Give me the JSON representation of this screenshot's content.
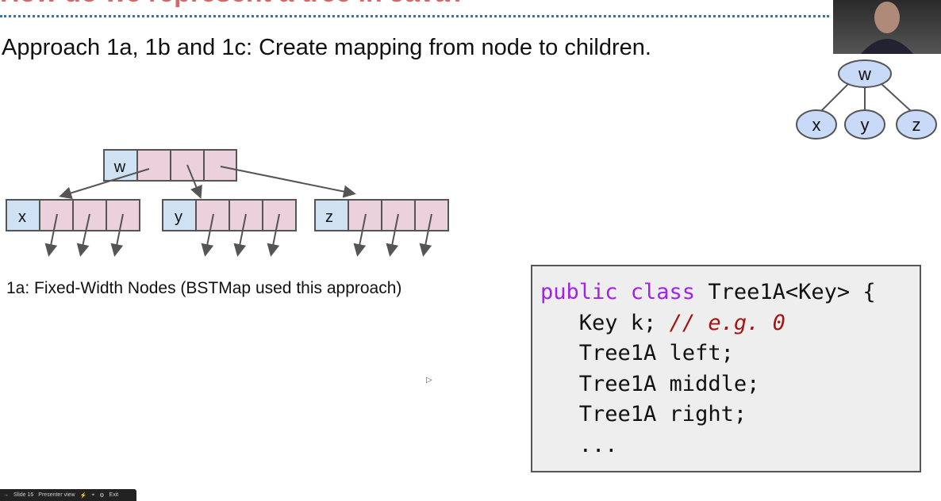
{
  "slide": {
    "title": "How do we represent a tree in Java?",
    "subtitle": "Approach 1a, 1b and 1c: Create mapping from node to children.",
    "caption": "1a: Fixed-Width Nodes (BSTMap used this approach)",
    "small_tree": {
      "root": "w",
      "children": [
        "x",
        "y",
        "z"
      ]
    },
    "diagram": {
      "root": "w",
      "children": [
        "x",
        "y",
        "z"
      ]
    },
    "code": {
      "line1_kw": "public class",
      "line1_rest": " Tree1A<Key> {",
      "line2": "   Key k; ",
      "line2_comment": "// e.g. 0",
      "line3": "   Tree1A left;",
      "line4": "   Tree1A middle;",
      "line5": "   Tree1A right;",
      "line6": "   ..."
    }
  },
  "toolbar": {
    "slide_label": "Slide 16",
    "presenter_view": "Presenter view",
    "exit": "Exit"
  },
  "colors": {
    "key_fill": "#cfe2f3",
    "ptr_fill": "#ead1dc",
    "node_fill": "#c9daf8"
  }
}
